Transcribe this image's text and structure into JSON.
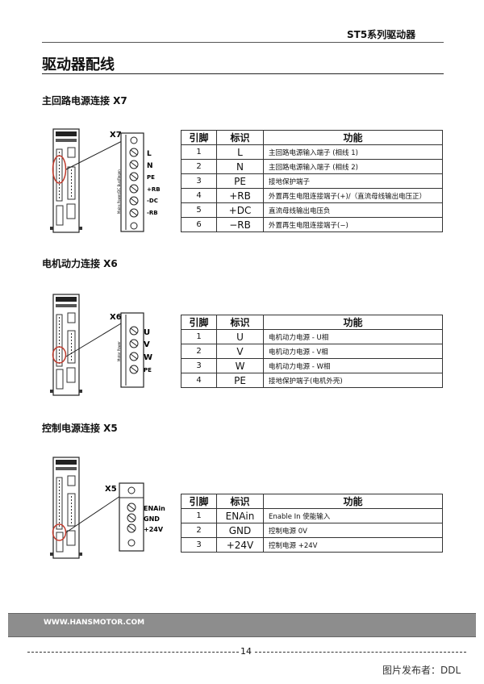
{
  "header": {
    "series_title": "ST5系列驱动器"
  },
  "page": {
    "title": "驱动器配线",
    "footer_url": "WWW.HANSMOTOR.COM",
    "page_number": "14",
    "watermark": "图片发布者：DDL"
  },
  "sections": [
    {
      "heading": "主回路电源连接  X7",
      "connector_label": "X7",
      "terminal_labels": [
        "L",
        "N",
        "PE",
        "+RB",
        "-DC",
        "-RB"
      ],
      "connector_side_text": "Mains Power/DC Bus/Regen",
      "table": {
        "headers": [
          "引脚",
          "标识",
          "功能"
        ],
        "rows": [
          [
            "1",
            "L",
            "主回路电源输入端子 (相线 1)"
          ],
          [
            "2",
            "N",
            "主回路电源输入端子 (相线 2)"
          ],
          [
            "3",
            "PE",
            "接地保护端子"
          ],
          [
            "4",
            "+RB",
            "外置再生电阻连接端子(+)/（直流母线输出电压正）"
          ],
          [
            "5",
            "+DC",
            "直流母线输出电压负"
          ],
          [
            "6",
            "−RB",
            "外置再生电阻连接端子(−)"
          ]
        ]
      }
    },
    {
      "heading": "电机动力连接  X6",
      "connector_label": "X6",
      "terminal_labels": [
        "U",
        "V",
        "W",
        "PE"
      ],
      "connector_side_text": "Motor Power",
      "table": {
        "headers": [
          "引脚",
          "标识",
          "功能"
        ],
        "rows": [
          [
            "1",
            "U",
            "电机动力电源 - U相"
          ],
          [
            "2",
            "V",
            "电机动力电源 - V相"
          ],
          [
            "3",
            "W",
            "电机动力电源 - W相"
          ],
          [
            "4",
            "PE",
            "接地保护端子(电机外壳)"
          ]
        ]
      }
    },
    {
      "heading": "控制电源连接  X5",
      "connector_label": "X5",
      "terminal_labels": [
        "ENAin",
        "GND",
        "+24V"
      ],
      "table": {
        "headers": [
          "引脚",
          "标识",
          "功能"
        ],
        "rows": [
          [
            "1",
            "ENAin",
            "Enable In 使能输入"
          ],
          [
            "2",
            "GND",
            "控制电源   0V"
          ],
          [
            "3",
            "+24V",
            "控制电源  +24V"
          ]
        ]
      }
    }
  ]
}
